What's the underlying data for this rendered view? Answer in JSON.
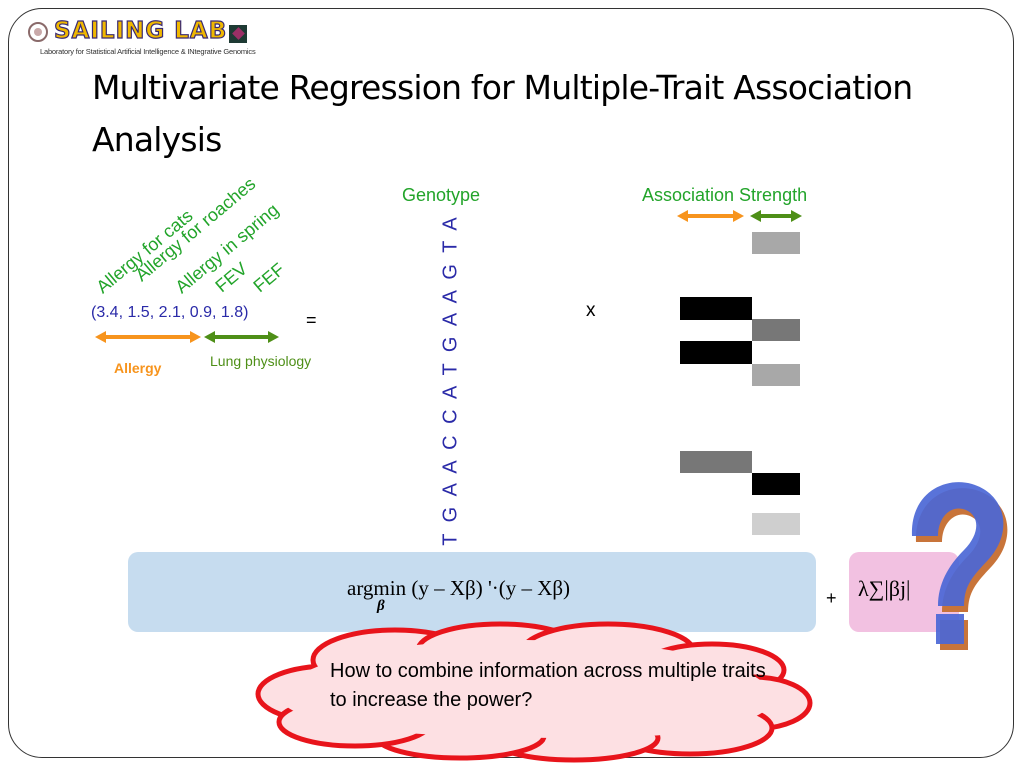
{
  "logo": {
    "wordmark": "SAILING LAB",
    "tagline": "Laboratory for Statistical Artificial Intelligence & INtegrative Genomics"
  },
  "title": "Multivariate Regression for Multiple-Trait Association Analysis",
  "traits": {
    "labels": [
      "Allergy for cats",
      "Allergy for roaches",
      "Allergy in spring",
      "FEV",
      "FEF"
    ],
    "vector": "(3.4, 1.5, 2.1, 0.9, 1.8)",
    "equals": "=",
    "group_allergy": "Allergy",
    "group_lung": "Lung physiology"
  },
  "genotype": {
    "header": "Genotype",
    "sequence": "T G A A C C A T G A A G T A"
  },
  "times": "x",
  "association": {
    "header": "Association Strength"
  },
  "formula": {
    "main": "argmin  (y – Xβ) '·(y – Xβ)",
    "subscript": "β",
    "plus": "+",
    "penalty": "λ∑|βj|"
  },
  "callout": {
    "text": "How to combine information across multiple traits to increase the power?"
  },
  "colors": {
    "trait_label": "#22a42a",
    "vector": "#2a2aa8",
    "allergy": "#f7941d",
    "lung": "#4e8f17",
    "formula_box": "#c6dcef",
    "penalty_box": "#f2c1e1",
    "cloud_border": "#e8141b",
    "cloud_fill": "#fde0e3",
    "question_mark": "#4b67d6"
  },
  "icons": {
    "question_mark": "question-mark-icon",
    "callout_cloud": "cloud-callout-icon"
  }
}
